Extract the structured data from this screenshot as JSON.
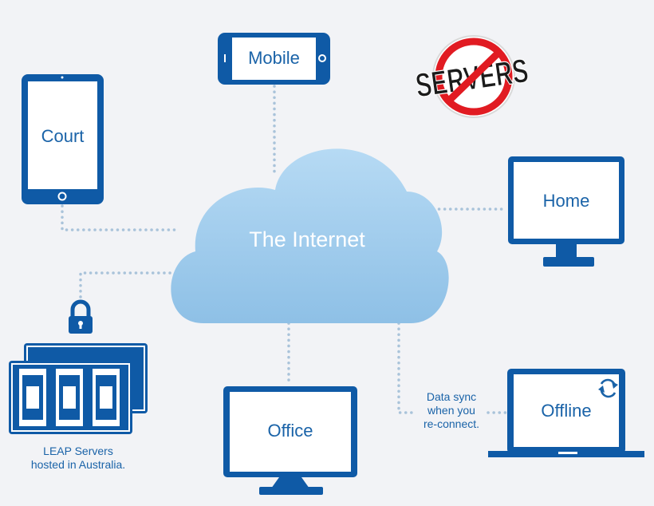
{
  "cloud": {
    "label": "The Internet"
  },
  "devices": {
    "mobile": "Mobile",
    "court": "Court",
    "home": "Home",
    "office": "Office",
    "offline": "Offline"
  },
  "no_servers": {
    "text": "SERVERS"
  },
  "servers": {
    "caption_line1": "LEAP Servers",
    "caption_line2": "hosted in Australia."
  },
  "sync_note": {
    "line1": "Data sync",
    "line2": "when you",
    "line3": "re-connect."
  },
  "colors": {
    "device_blue": "#0f5aa6",
    "cloud_blue": "#9ccbec",
    "dots": "#a9c3da",
    "no_red": "#e11b22"
  }
}
